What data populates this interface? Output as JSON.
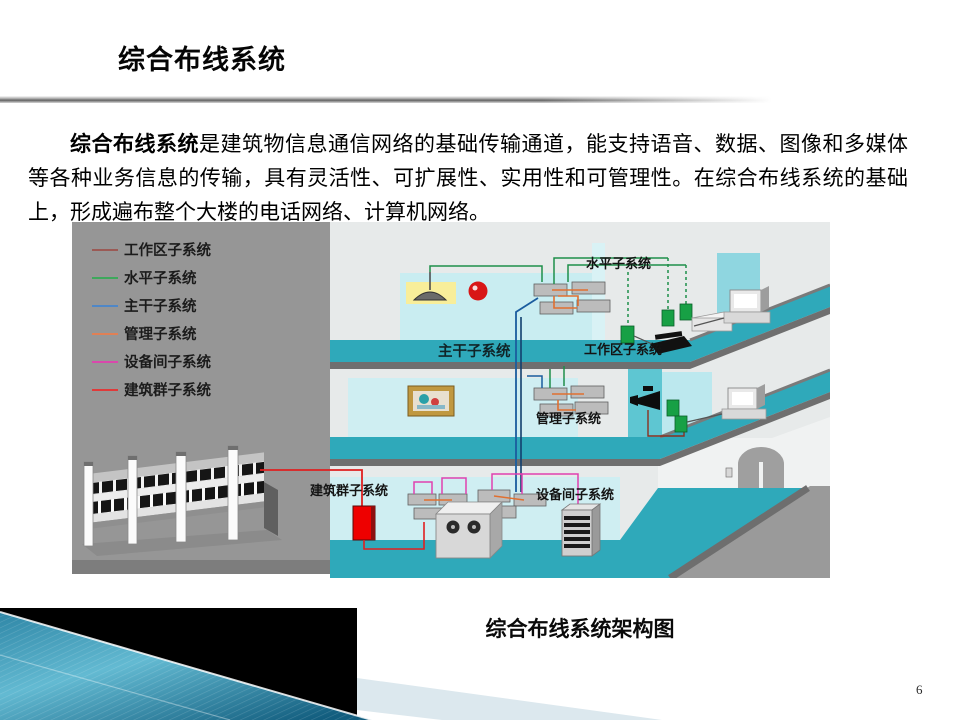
{
  "slide": {
    "title": "综合布线系统",
    "caption": "综合布线系统架构图",
    "page_number": "6"
  },
  "paragraph": {
    "lead_bold": "综合布线系统",
    "line1_rest": "是建筑物信息通信网络的基础传输通道，能支持语音、数据、图像和多媒体",
    "line2": "等各种业务信息的传输，具有灵活性、可扩展性、实用性和可管理性。在综合布线系统的基础",
    "line3": "上，形成遍布整个大楼的电话网络、计算机网络。"
  },
  "diagram": {
    "legend": {
      "items": [
        {
          "label": "工作区子系统",
          "color": "#9b5a55"
        },
        {
          "label": "水平子系统",
          "color": "#3ea85c"
        },
        {
          "label": "主干子系统",
          "color": "#4f87c7"
        },
        {
          "label": "管理子系统",
          "color": "#e08055"
        },
        {
          "label": "设备间子系统",
          "color": "#d948ac"
        },
        {
          "label": "建筑群子系统",
          "color": "#e03a3a"
        }
      ]
    },
    "labels": {
      "horizontal": "水平子系统",
      "backbone": "主干子系统",
      "work_area": "工作区子系统",
      "management": "管理子系统",
      "equipment_room": "设备间子系统",
      "campus": "建筑群子系统"
    },
    "colors": {
      "floor_teal": "#2fa9ba",
      "wall_cyan": "#c9edf1",
      "background_outer": "#969696",
      "background_inner": "#e7eaea",
      "footer_teal_dark": "#15607f",
      "footer_teal_light": "#63bad2",
      "footer_pale_band": "#dce8ee"
    }
  }
}
